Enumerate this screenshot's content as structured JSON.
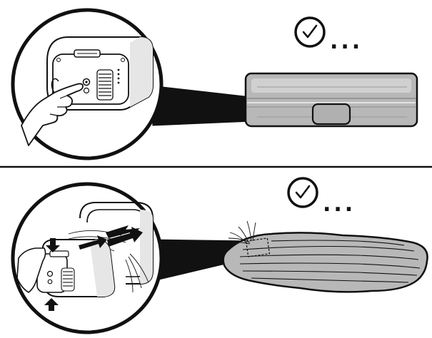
{
  "panels": [
    {
      "id": "top",
      "step": "press-button-on-device",
      "ellipsis": "...",
      "icons": [
        "clock-check-icon",
        "pointing-hand-icon",
        "filter-pad-icon"
      ]
    },
    {
      "id": "bottom",
      "step": "remove-lint-from-filter",
      "ellipsis": "...",
      "icons": [
        "clock-check-icon",
        "push-arrow-icon",
        "lint-pad-icon"
      ]
    }
  ],
  "colors": {
    "line": "#111111",
    "pad_fill": "#b8b8b8",
    "pad_fill_light": "#d4d4d4",
    "device_shade": "#e6e6e6",
    "background": "#ffffff"
  }
}
